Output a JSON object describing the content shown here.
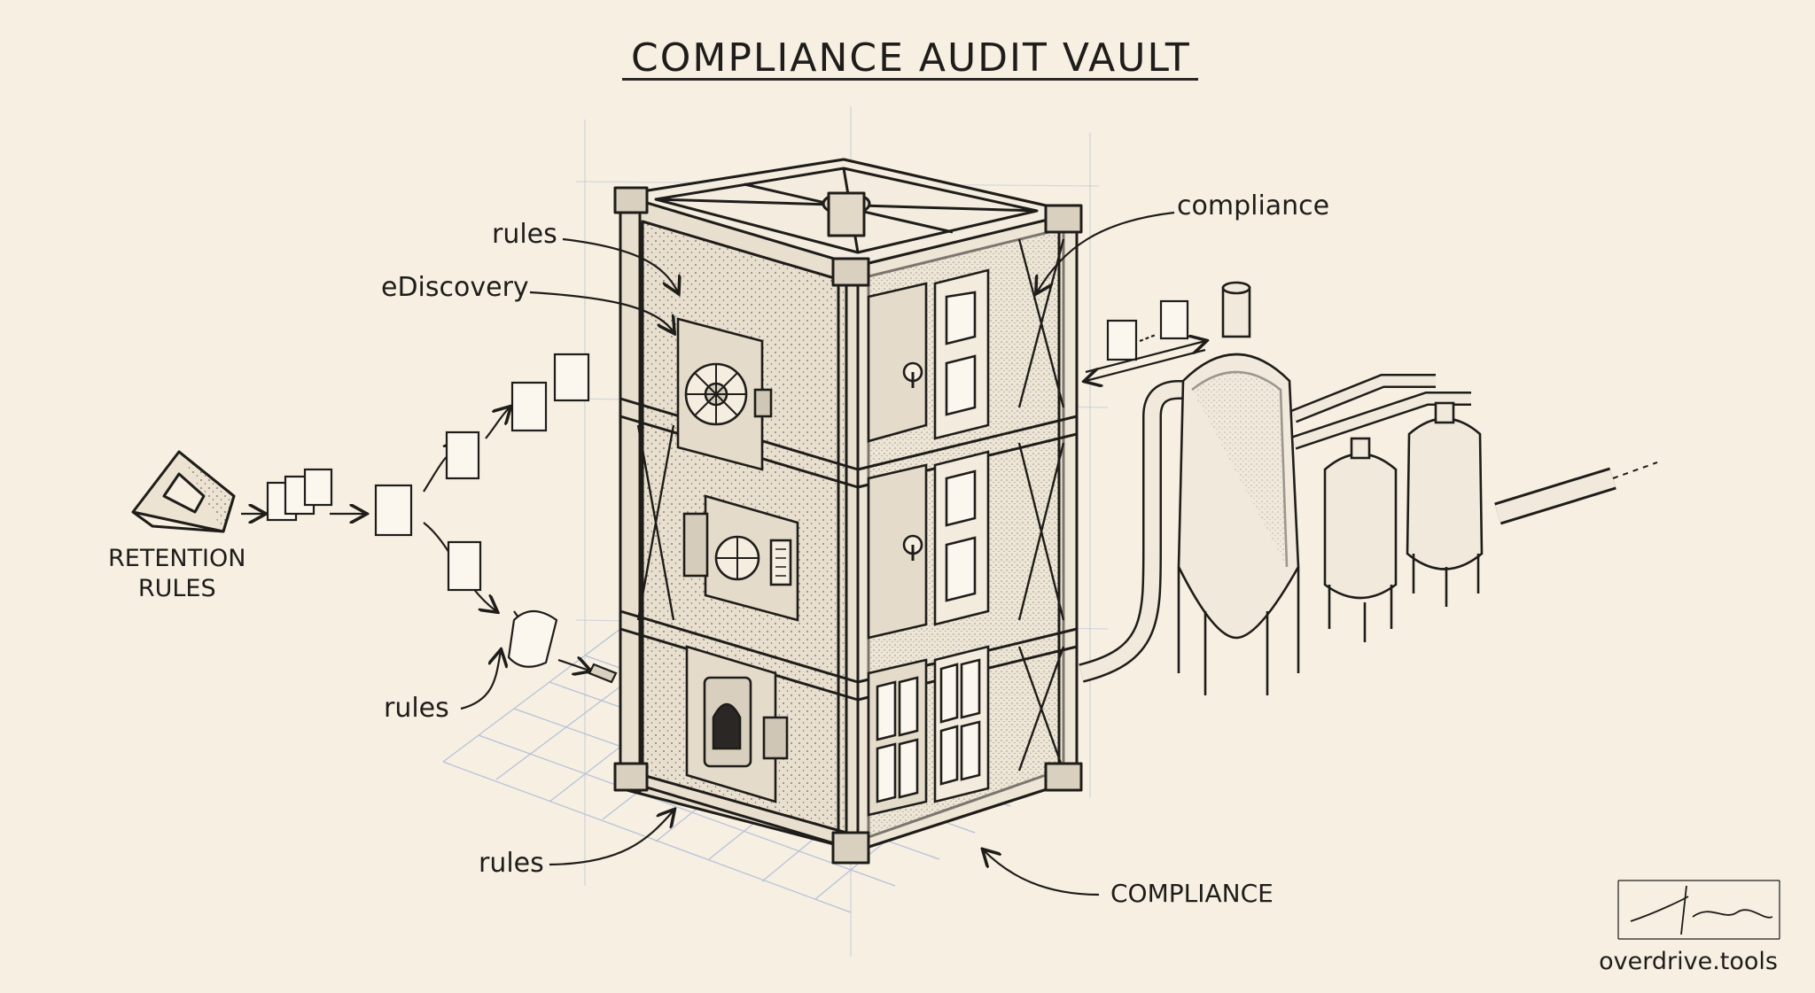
{
  "title": "COMPLIANCE AUDIT VAULT",
  "source_label": {
    "line1": "RETENTION",
    "line2": "RULES"
  },
  "callouts": {
    "rules_top": "rules",
    "ediscovery": "eDiscovery",
    "compliance_right": "compliance",
    "rules_left": "rules",
    "rules_bottom": "rules",
    "compliance_bottom": "COMPLIANCE"
  },
  "footer": {
    "brand": "overdrive.tools"
  },
  "colors": {
    "paper": "#f6efe2",
    "ink": "#1f1d1a",
    "grid": "#a9b8d6"
  }
}
